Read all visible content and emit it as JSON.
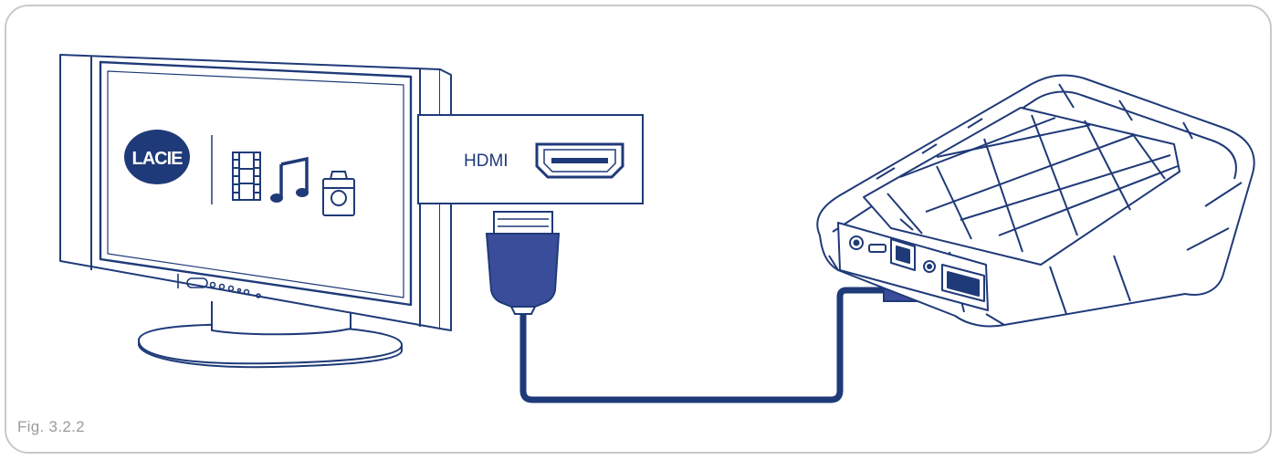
{
  "figure": {
    "caption": "Fig. 3.2.2"
  },
  "monitor": {
    "brand_logo": "LACIE",
    "media_icons": [
      "film-icon",
      "music-note-icon",
      "camera-icon"
    ]
  },
  "port_callout": {
    "label": "HDMI"
  },
  "colors": {
    "line": "#1f3a78",
    "accent": "#3a4d9a",
    "screen_fill": "#ffffff",
    "frame_border": "#c9c9c9",
    "caption_text": "#9a9a9a"
  }
}
